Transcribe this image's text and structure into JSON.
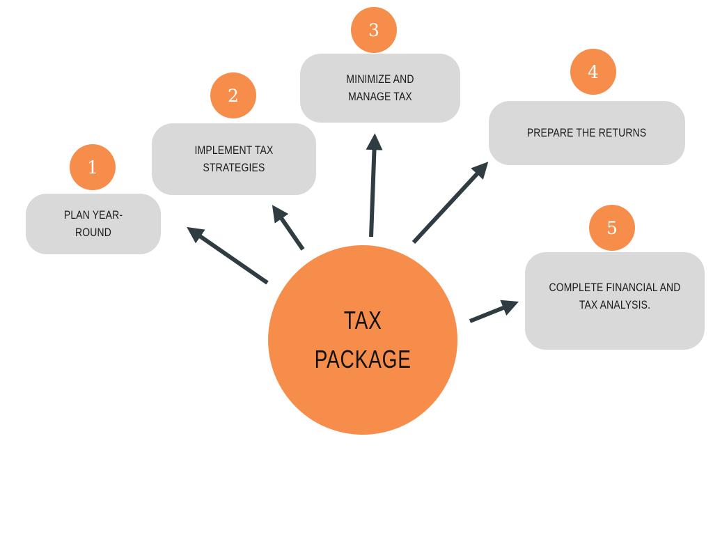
{
  "center": {
    "line1": "TAX",
    "line2": "PACKAGE"
  },
  "steps": [
    {
      "number": "1",
      "label": "PLAN YEAR-ROUND"
    },
    {
      "number": "2",
      "label": "IMPLEMENT TAX STRATEGIES"
    },
    {
      "number": "3",
      "label": "MINIMIZE AND MANAGE TAX"
    },
    {
      "number": "4",
      "label": "PREPARE THE RETURNS"
    },
    {
      "number": "5",
      "label": "COMPLETE FINANCIAL AND TAX ANALYSIS."
    }
  ],
  "colors": {
    "accent": "#f68d4a",
    "box": "#d9d9d9",
    "arrow": "#2f3d42"
  }
}
